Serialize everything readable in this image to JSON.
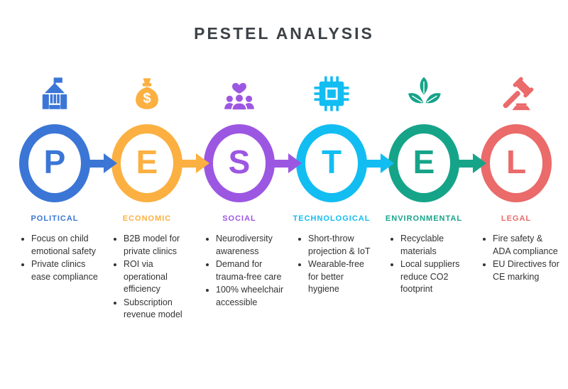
{
  "title": "PESTEL ANALYSIS",
  "title_color": "#3D4247",
  "text_color": "#333333",
  "columns": [
    {
      "key": "political",
      "letter": "P",
      "label": "POLITICAL",
      "color": "#3B76D6",
      "icon": "government-building-icon",
      "bullets": [
        "Focus on child emotional safety",
        "Private clinics ease compliance"
      ]
    },
    {
      "key": "economic",
      "letter": "E",
      "label": "ECONOMIC",
      "color": "#FBB041",
      "icon": "money-bag-icon",
      "bullets": [
        "B2B model for private clinics",
        "ROI via operational efficiency",
        "Subscription revenue model"
      ]
    },
    {
      "key": "social",
      "letter": "S",
      "label": "SOCIAL",
      "color": "#9C57E2",
      "icon": "people-heart-icon",
      "bullets": [
        "Neurodiversity awareness",
        "Demand for trauma-free care",
        "100% wheelchair accessible"
      ]
    },
    {
      "key": "technological",
      "letter": "T",
      "label": "TECHNOLOGICAL",
      "color": "#12BDF2",
      "icon": "cpu-chip-icon",
      "bullets": [
        "Short-throw projection & IoT",
        "Wearable-free for better hygiene"
      ]
    },
    {
      "key": "environmental",
      "letter": "E",
      "label": "ENVIRONMENTAL",
      "color": "#16A489",
      "icon": "leaves-icon",
      "bullets": [
        "Recyclable materials",
        "Local suppliers reduce CO2 footprint"
      ]
    },
    {
      "key": "legal",
      "letter": "L",
      "label": "LEGAL",
      "color": "#EB6A6A",
      "icon": "gavel-icon",
      "bullets": [
        "Fire safety & ADA compliance",
        "EU Directives for CE marking"
      ]
    }
  ]
}
